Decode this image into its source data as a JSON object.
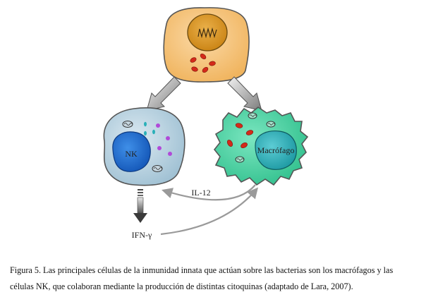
{
  "diagram": {
    "labels": {
      "nk": "NK",
      "macrofago": "Macrófago",
      "il12": "IL-12",
      "ifn": "IFN-γ"
    },
    "colors": {
      "dendritic_body": "#f7c27a",
      "dendritic_nucleus": "#e09a2a",
      "granule_red": "#d42a1a",
      "nk_body": "#b9d4e2",
      "nk_nucleus": "#1f6fd0",
      "granule_cyan": "#2ab0b8",
      "granule_magenta": "#b04ad8",
      "macrophage_body": "#4ad6a6",
      "macrophage_nucleus": "#2fb0b8",
      "arrow_gray": "#9a9a9a"
    }
  },
  "caption": {
    "line1": "Figura 5. Las principales células de la inmunidad innata que actúan sobre las bacterias son los macrófagos y las",
    "line2": "células NK, que colaboran mediante la producción de distintas citoquinas (adaptado de Lara, 2007)."
  }
}
